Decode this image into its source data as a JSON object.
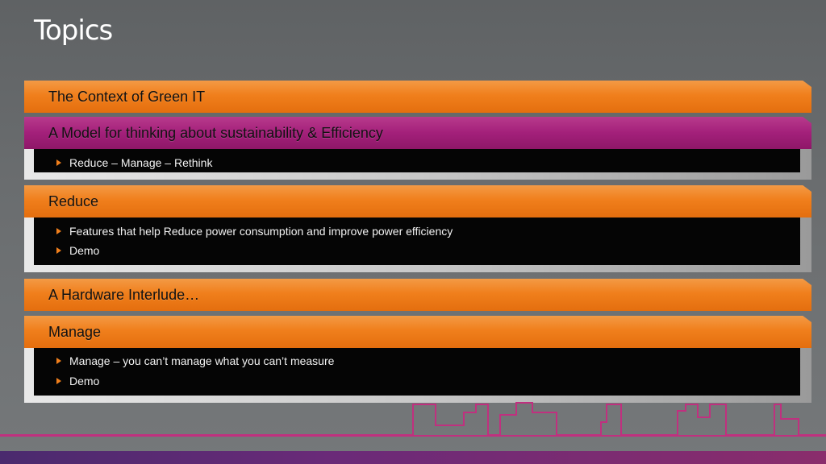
{
  "slide": {
    "title": "Topics"
  },
  "sections": [
    {
      "label": "The Context of Green IT",
      "color": "orange"
    },
    {
      "label": "A Model for thinking about sustainability & Efficiency",
      "color": "magenta",
      "bullets": [
        "Reduce – Manage – Rethink"
      ]
    },
    {
      "label": "Reduce",
      "color": "orange",
      "bullets": [
        "Features that help Reduce power consumption and improve power efficiency",
        "Demo"
      ]
    },
    {
      "label": "A Hardware Interlude…",
      "color": "orange"
    },
    {
      "label": "Manage",
      "color": "orange",
      "bullets": [
        "Manage – you can’t manage what you can’t measure",
        "Demo"
      ]
    }
  ],
  "colors": {
    "orange": "#f07f1c",
    "magenta": "#a3207a",
    "background": "#6a6d6f",
    "bullet_arrow": "#f07f1c"
  }
}
